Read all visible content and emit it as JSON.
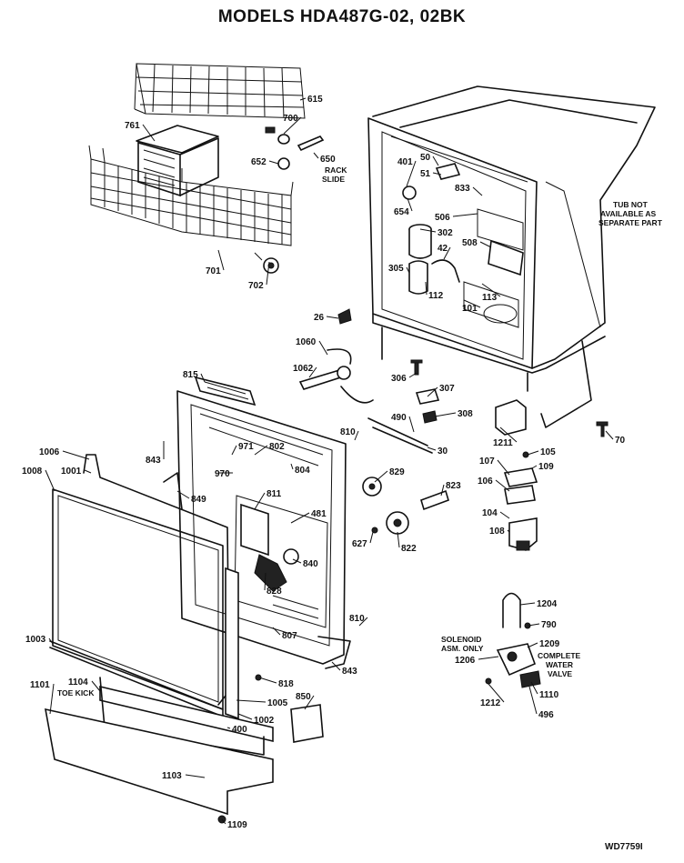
{
  "title": "MODELS HDA487G-02, 02BK",
  "drawing_code": "WD7759I",
  "notes": {
    "tub": [
      "TUB NOT",
      "AVAILABLE AS",
      "SEPARATE PART"
    ],
    "rack_slide": [
      "RACK",
      "SLIDE"
    ],
    "toe_kick": "TOE KICK",
    "solenoid": [
      "SOLENOID",
      "ASM. ONLY"
    ],
    "water_valve": [
      "COMPLETE",
      "WATER",
      "VALVE"
    ]
  },
  "part_labels": [
    {
      "id": "615",
      "text": "615"
    },
    {
      "id": "700",
      "text": "700"
    },
    {
      "id": "761",
      "text": "761"
    },
    {
      "id": "652",
      "text": "652"
    },
    {
      "id": "650",
      "text": "650"
    },
    {
      "id": "701",
      "text": "701"
    },
    {
      "id": "702",
      "text": "702"
    },
    {
      "id": "50",
      "text": "50"
    },
    {
      "id": "51",
      "text": "51"
    },
    {
      "id": "401",
      "text": "401"
    },
    {
      "id": "833",
      "text": "833"
    },
    {
      "id": "654",
      "text": "654"
    },
    {
      "id": "506",
      "text": "506"
    },
    {
      "id": "302",
      "text": "302"
    },
    {
      "id": "42",
      "text": "42"
    },
    {
      "id": "508",
      "text": "508"
    },
    {
      "id": "305",
      "text": "305"
    },
    {
      "id": "112",
      "text": "112"
    },
    {
      "id": "113",
      "text": "113"
    },
    {
      "id": "101",
      "text": "101"
    },
    {
      "id": "26",
      "text": "26"
    },
    {
      "id": "1060",
      "text": "1060"
    },
    {
      "id": "1062",
      "text": "1062"
    },
    {
      "id": "306",
      "text": "306"
    },
    {
      "id": "307",
      "text": "307"
    },
    {
      "id": "308",
      "text": "308"
    },
    {
      "id": "490",
      "text": "490"
    },
    {
      "id": "30",
      "text": "30"
    },
    {
      "id": "1211",
      "text": "1211"
    },
    {
      "id": "70",
      "text": "70"
    },
    {
      "id": "815",
      "text": "815"
    },
    {
      "id": "810a",
      "text": "810"
    },
    {
      "id": "843a",
      "text": "843"
    },
    {
      "id": "971",
      "text": "971"
    },
    {
      "id": "802",
      "text": "802"
    },
    {
      "id": "804",
      "text": "804"
    },
    {
      "id": "970",
      "text": "970"
    },
    {
      "id": "849",
      "text": "849"
    },
    {
      "id": "811",
      "text": "811"
    },
    {
      "id": "481",
      "text": "481"
    },
    {
      "id": "840",
      "text": "840"
    },
    {
      "id": "828",
      "text": "828"
    },
    {
      "id": "807",
      "text": "807"
    },
    {
      "id": "810b",
      "text": "810"
    },
    {
      "id": "843b",
      "text": "843"
    },
    {
      "id": "1006",
      "text": "1006"
    },
    {
      "id": "1008",
      "text": "1008"
    },
    {
      "id": "1001",
      "text": "1001"
    },
    {
      "id": "1003",
      "text": "1003"
    },
    {
      "id": "1104",
      "text": "1104"
    },
    {
      "id": "1101",
      "text": "1101"
    },
    {
      "id": "818",
      "text": "818"
    },
    {
      "id": "1005",
      "text": "1005"
    },
    {
      "id": "1002",
      "text": "1002"
    },
    {
      "id": "400",
      "text": "400"
    },
    {
      "id": "850",
      "text": "850"
    },
    {
      "id": "1103",
      "text": "1103"
    },
    {
      "id": "1109",
      "text": "1109"
    },
    {
      "id": "829",
      "text": "829"
    },
    {
      "id": "823",
      "text": "823"
    },
    {
      "id": "627",
      "text": "627"
    },
    {
      "id": "822",
      "text": "822"
    },
    {
      "id": "105",
      "text": "105"
    },
    {
      "id": "107",
      "text": "107"
    },
    {
      "id": "109",
      "text": "109"
    },
    {
      "id": "106",
      "text": "106"
    },
    {
      "id": "104",
      "text": "104"
    },
    {
      "id": "108",
      "text": "108"
    },
    {
      "id": "1204",
      "text": "1204"
    },
    {
      "id": "790",
      "text": "790"
    },
    {
      "id": "1209",
      "text": "1209"
    },
    {
      "id": "1206",
      "text": "1206"
    },
    {
      "id": "1110",
      "text": "1110"
    },
    {
      "id": "1212",
      "text": "1212"
    },
    {
      "id": "496",
      "text": "496"
    }
  ]
}
